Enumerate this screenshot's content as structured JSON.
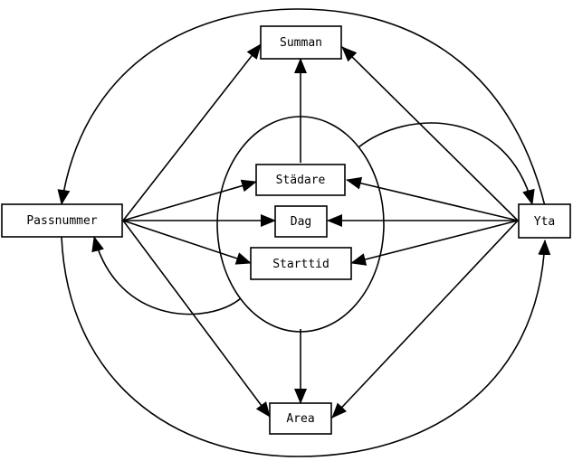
{
  "diagram": {
    "nodes": {
      "summan": "Summan",
      "stadare": "Städare",
      "dag": "Dag",
      "starttid": "Starttid",
      "passnummer": "Passnummer",
      "yta": "Yta",
      "area": "Area"
    },
    "stroke_color": "#000000",
    "background": "#ffffff"
  }
}
